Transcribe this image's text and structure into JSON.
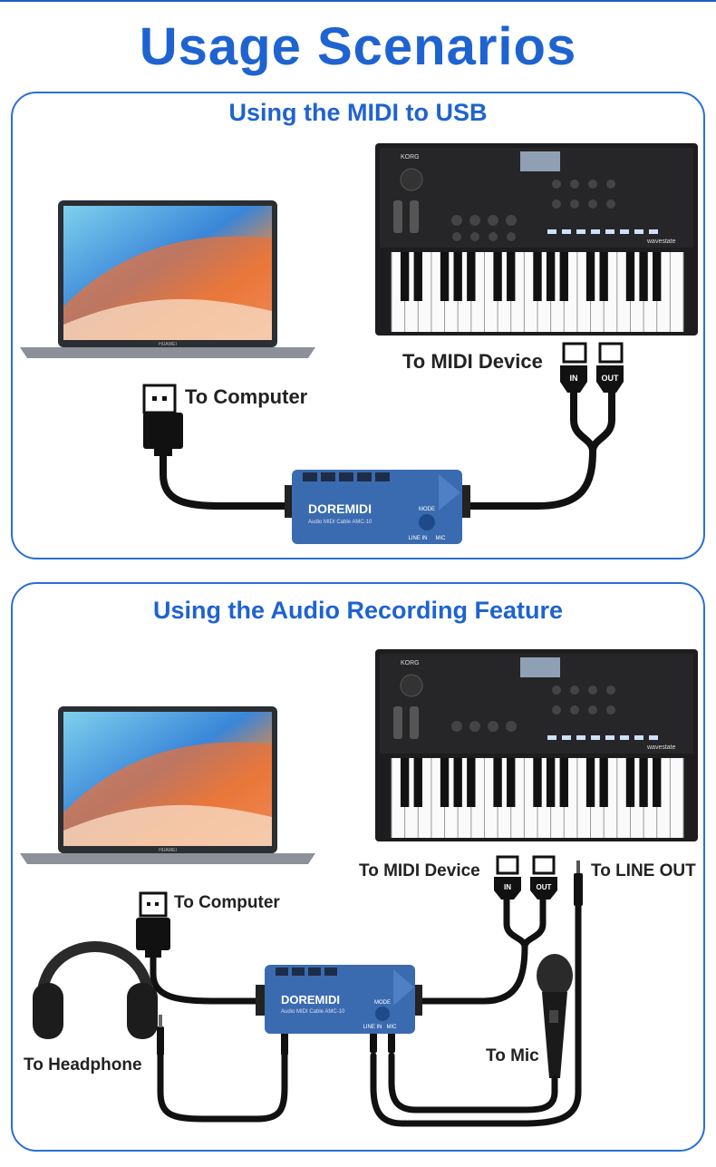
{
  "page": {
    "title": "Usage Scenarios"
  },
  "colors": {
    "accent": "#1e63d0",
    "device_blue": "#3a6bb0",
    "cable": "#111111"
  },
  "scenario1": {
    "title": "Using the MIDI to USB",
    "to_computer": "To Computer",
    "to_midi_device": "To MIDI Device",
    "in": "IN",
    "out": "OUT",
    "brand": "DOREMIDI",
    "model": "Audio MIDI Cable AMC-10",
    "mode": "MODE",
    "line_in": "LINE IN",
    "mic": "MIC",
    "laptop_brand": "HUAWEI",
    "synth_brand": "KORG",
    "synth_model": "wavestate"
  },
  "scenario2": {
    "title": "Using the Audio Recording Feature",
    "to_computer": "To Computer",
    "to_midi_device": "To MIDI Device",
    "to_line_out": "To LINE OUT",
    "to_headphone": "To Headphone",
    "to_mic": "To Mic",
    "in": "IN",
    "out": "OUT",
    "brand": "DOREMIDI",
    "model": "Audio MIDI Cable AMC-10",
    "mode": "MODE",
    "line_in": "LINE IN",
    "mic": "MIC",
    "laptop_brand": "HUAWEI",
    "synth_brand": "KORG",
    "synth_model": "wavestate"
  }
}
